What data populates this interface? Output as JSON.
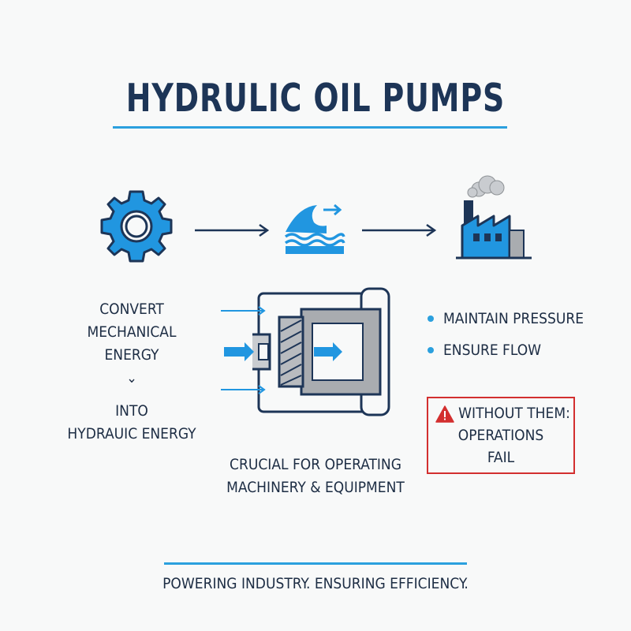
{
  "title": "HYDRULIC OIL PUMPS",
  "colors": {
    "accent": "#2ba0de",
    "dark": "#1d3557",
    "warning": "#d32f2f",
    "gray": "#a9acb0"
  },
  "icons": [
    "gear-icon",
    "hydraulic-wave-icon",
    "factory-icon",
    "pump-cross-section-icon",
    "warning-icon"
  ],
  "left_label": {
    "line1": "CONVERT",
    "line2": "MECHANICAL",
    "line3": "ENERGY",
    "arrow": "⌄",
    "line4": "INTO",
    "line5": "HYDRAUIC ENERGY"
  },
  "bullets": [
    "MAINTAIN PRESSURE",
    "ENSURE FLOW"
  ],
  "warning": {
    "line1": "WITHOUT THEM:",
    "line2": "OPERATIONS",
    "line3": "FAIL"
  },
  "center_caption": {
    "line1": "CRUCIAL FOR OPERATING",
    "line2": "MACHINERY & EQUIPMENT"
  },
  "footer": "POWERING INDUSTRY. ENSURING EFFICIENCY."
}
